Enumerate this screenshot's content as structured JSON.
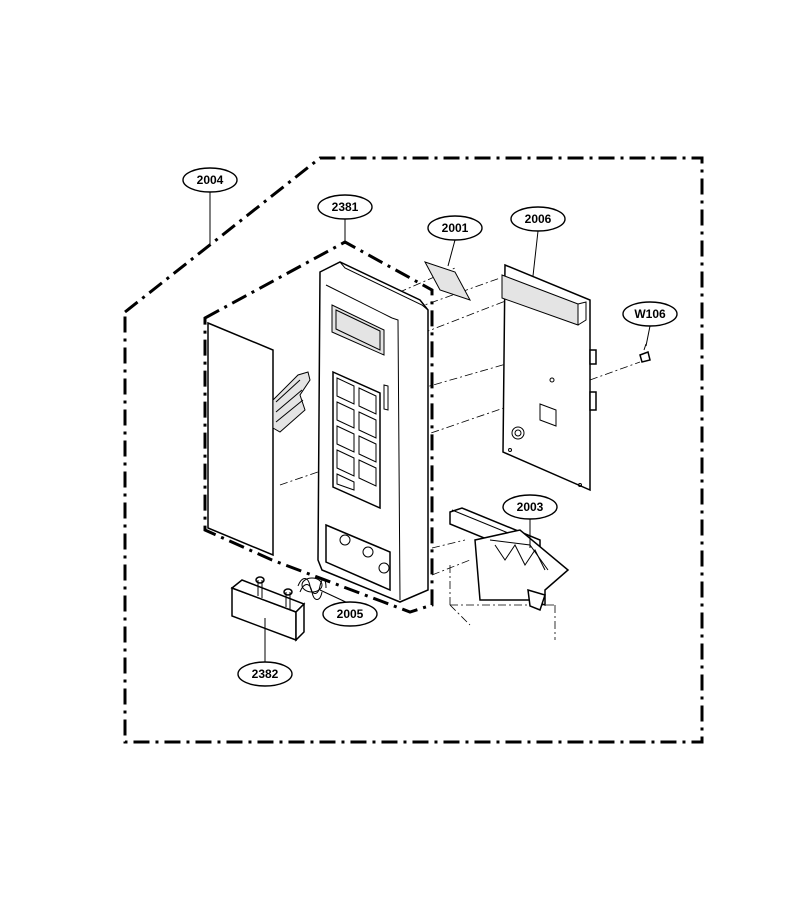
{
  "callouts": [
    {
      "id": "2004",
      "label": "2004"
    },
    {
      "id": "2381",
      "label": "2381"
    },
    {
      "id": "2001",
      "label": "2001"
    },
    {
      "id": "2006",
      "label": "2006"
    },
    {
      "id": "W106",
      "label": "W106"
    },
    {
      "id": "2003",
      "label": "2003"
    },
    {
      "id": "2005",
      "label": "2005"
    },
    {
      "id": "2382",
      "label": "2382"
    }
  ]
}
